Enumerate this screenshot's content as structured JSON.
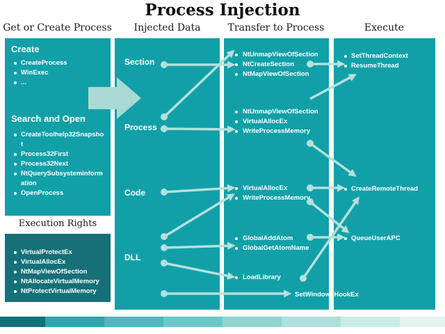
{
  "title": "Process Injection",
  "columns": {
    "get_or_create": "Get or Create Process",
    "injected_data": "Injected Data",
    "transfer": "Transfer to Process",
    "execute": "Execute"
  },
  "get_panel": {
    "create_heading": "Create",
    "create_items": [
      "CreateProcess",
      "WinExec",
      "..."
    ],
    "search_heading": "Search and Open",
    "search_items": [
      "CreateToolhelp32Snapshot",
      "Process32First",
      "Process32Next",
      "NtQuerySubsysteminformation",
      "OpenProcess"
    ]
  },
  "rights_panel": {
    "heading": "Execution Rights",
    "items": [
      "VirtualProtectEx",
      "VirtualAllocEx",
      "NtMapViewOfSection",
      "NtAllocateVirtualMemory",
      "NtProtectVirtualMemory"
    ]
  },
  "injected": {
    "section": "Section",
    "process": "Process",
    "code": "Code",
    "dll": "DLL"
  },
  "transfer": {
    "group1": [
      "NtUnmapViewOfSection",
      "NtCreateSection",
      "NtMapViewOfSection"
    ],
    "group2": [
      "NtUnmapViewOfSection",
      "VirtualAllocEx",
      "WriteProcessMemory"
    ],
    "group3": [
      "VirtualAllocEx",
      "WriteProcessMemory"
    ],
    "group4": [
      "GlobalAddAtom",
      "GlobalGetAtomName"
    ],
    "group5": [
      "LoadLibrary"
    ],
    "hook": "SetWindowsHookEx"
  },
  "execute": {
    "group1": [
      "SetThreadContext",
      "ResumeThread"
    ],
    "create_remote": "CreateRemoteThread",
    "queue_apc": "QueueUserAPC"
  },
  "colors": {
    "teal": "#12a0a8",
    "dark_teal": "#157078",
    "arrow": "#b5e0dc",
    "arrow_big": "#a9d9d3"
  }
}
